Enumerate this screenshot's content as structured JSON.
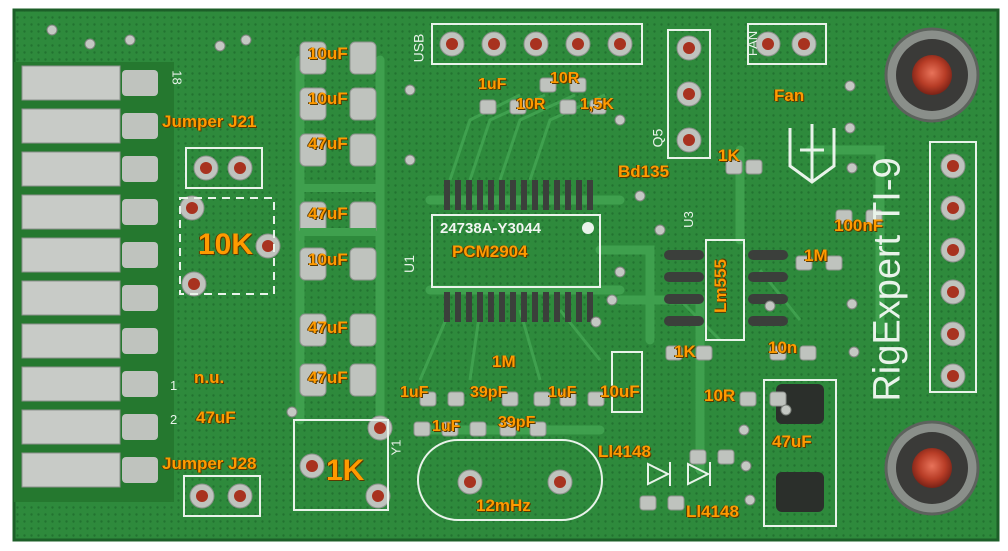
{
  "photo": {
    "subject": "pcb-board",
    "colors": {
      "board": "#2e8a3c",
      "board_dark": "#1f6a2c",
      "trace": "#3d9d4c",
      "pad": "#c9ccc9",
      "via": "#b33a2a",
      "label": "#ff9a00",
      "silkscreen": "#e9f3ea"
    }
  },
  "labels": {
    "c1": "10uF",
    "c2": "10uF",
    "c3": "47uF",
    "c4": "47uF",
    "c5": "10uF",
    "c6": "47uF",
    "c7": "47uF",
    "c8": "1uF",
    "r1": "10R",
    "r2": "10R",
    "r3": "1,5K",
    "jumper_top": "Jumper J21",
    "pot": "10K",
    "chip": "PCM2904",
    "transistor": "Bd135",
    "r_base": "1K",
    "fan": "Fan",
    "c_100n": "100nF",
    "r_1m_right": "1M",
    "timer": "Lm555",
    "r_1k_mid": "1K",
    "c_10n": "10n",
    "r_1m_mid": "1M",
    "nu": "n.u.",
    "c_47_left": "47uF",
    "c_1u_a": "1uF",
    "c_39p_a": "39pF",
    "c_1u_b": "1uF",
    "c_10u_mid": "10uF",
    "r_10r_mid": "10R",
    "c_1u_c": "1uF",
    "c_39p_b": "39pF",
    "diode_a": "Ll4148",
    "c_47_right": "47uF",
    "jumper_bottom": "Jumper J28",
    "r_1k_bottom": "1K",
    "crystal": "12mHz",
    "diode_b": "Ll4148"
  },
  "silkscreen": {
    "usb": "USB",
    "fan": "FAN",
    "q5": "Q5",
    "u1": "U1",
    "u3": "U3",
    "y1": "Y1",
    "chip_mark": "24738A-Y3044",
    "brand": "RigExpert TI-9",
    "pin_18": "18",
    "pin_1": "1",
    "pin_2": "2"
  }
}
